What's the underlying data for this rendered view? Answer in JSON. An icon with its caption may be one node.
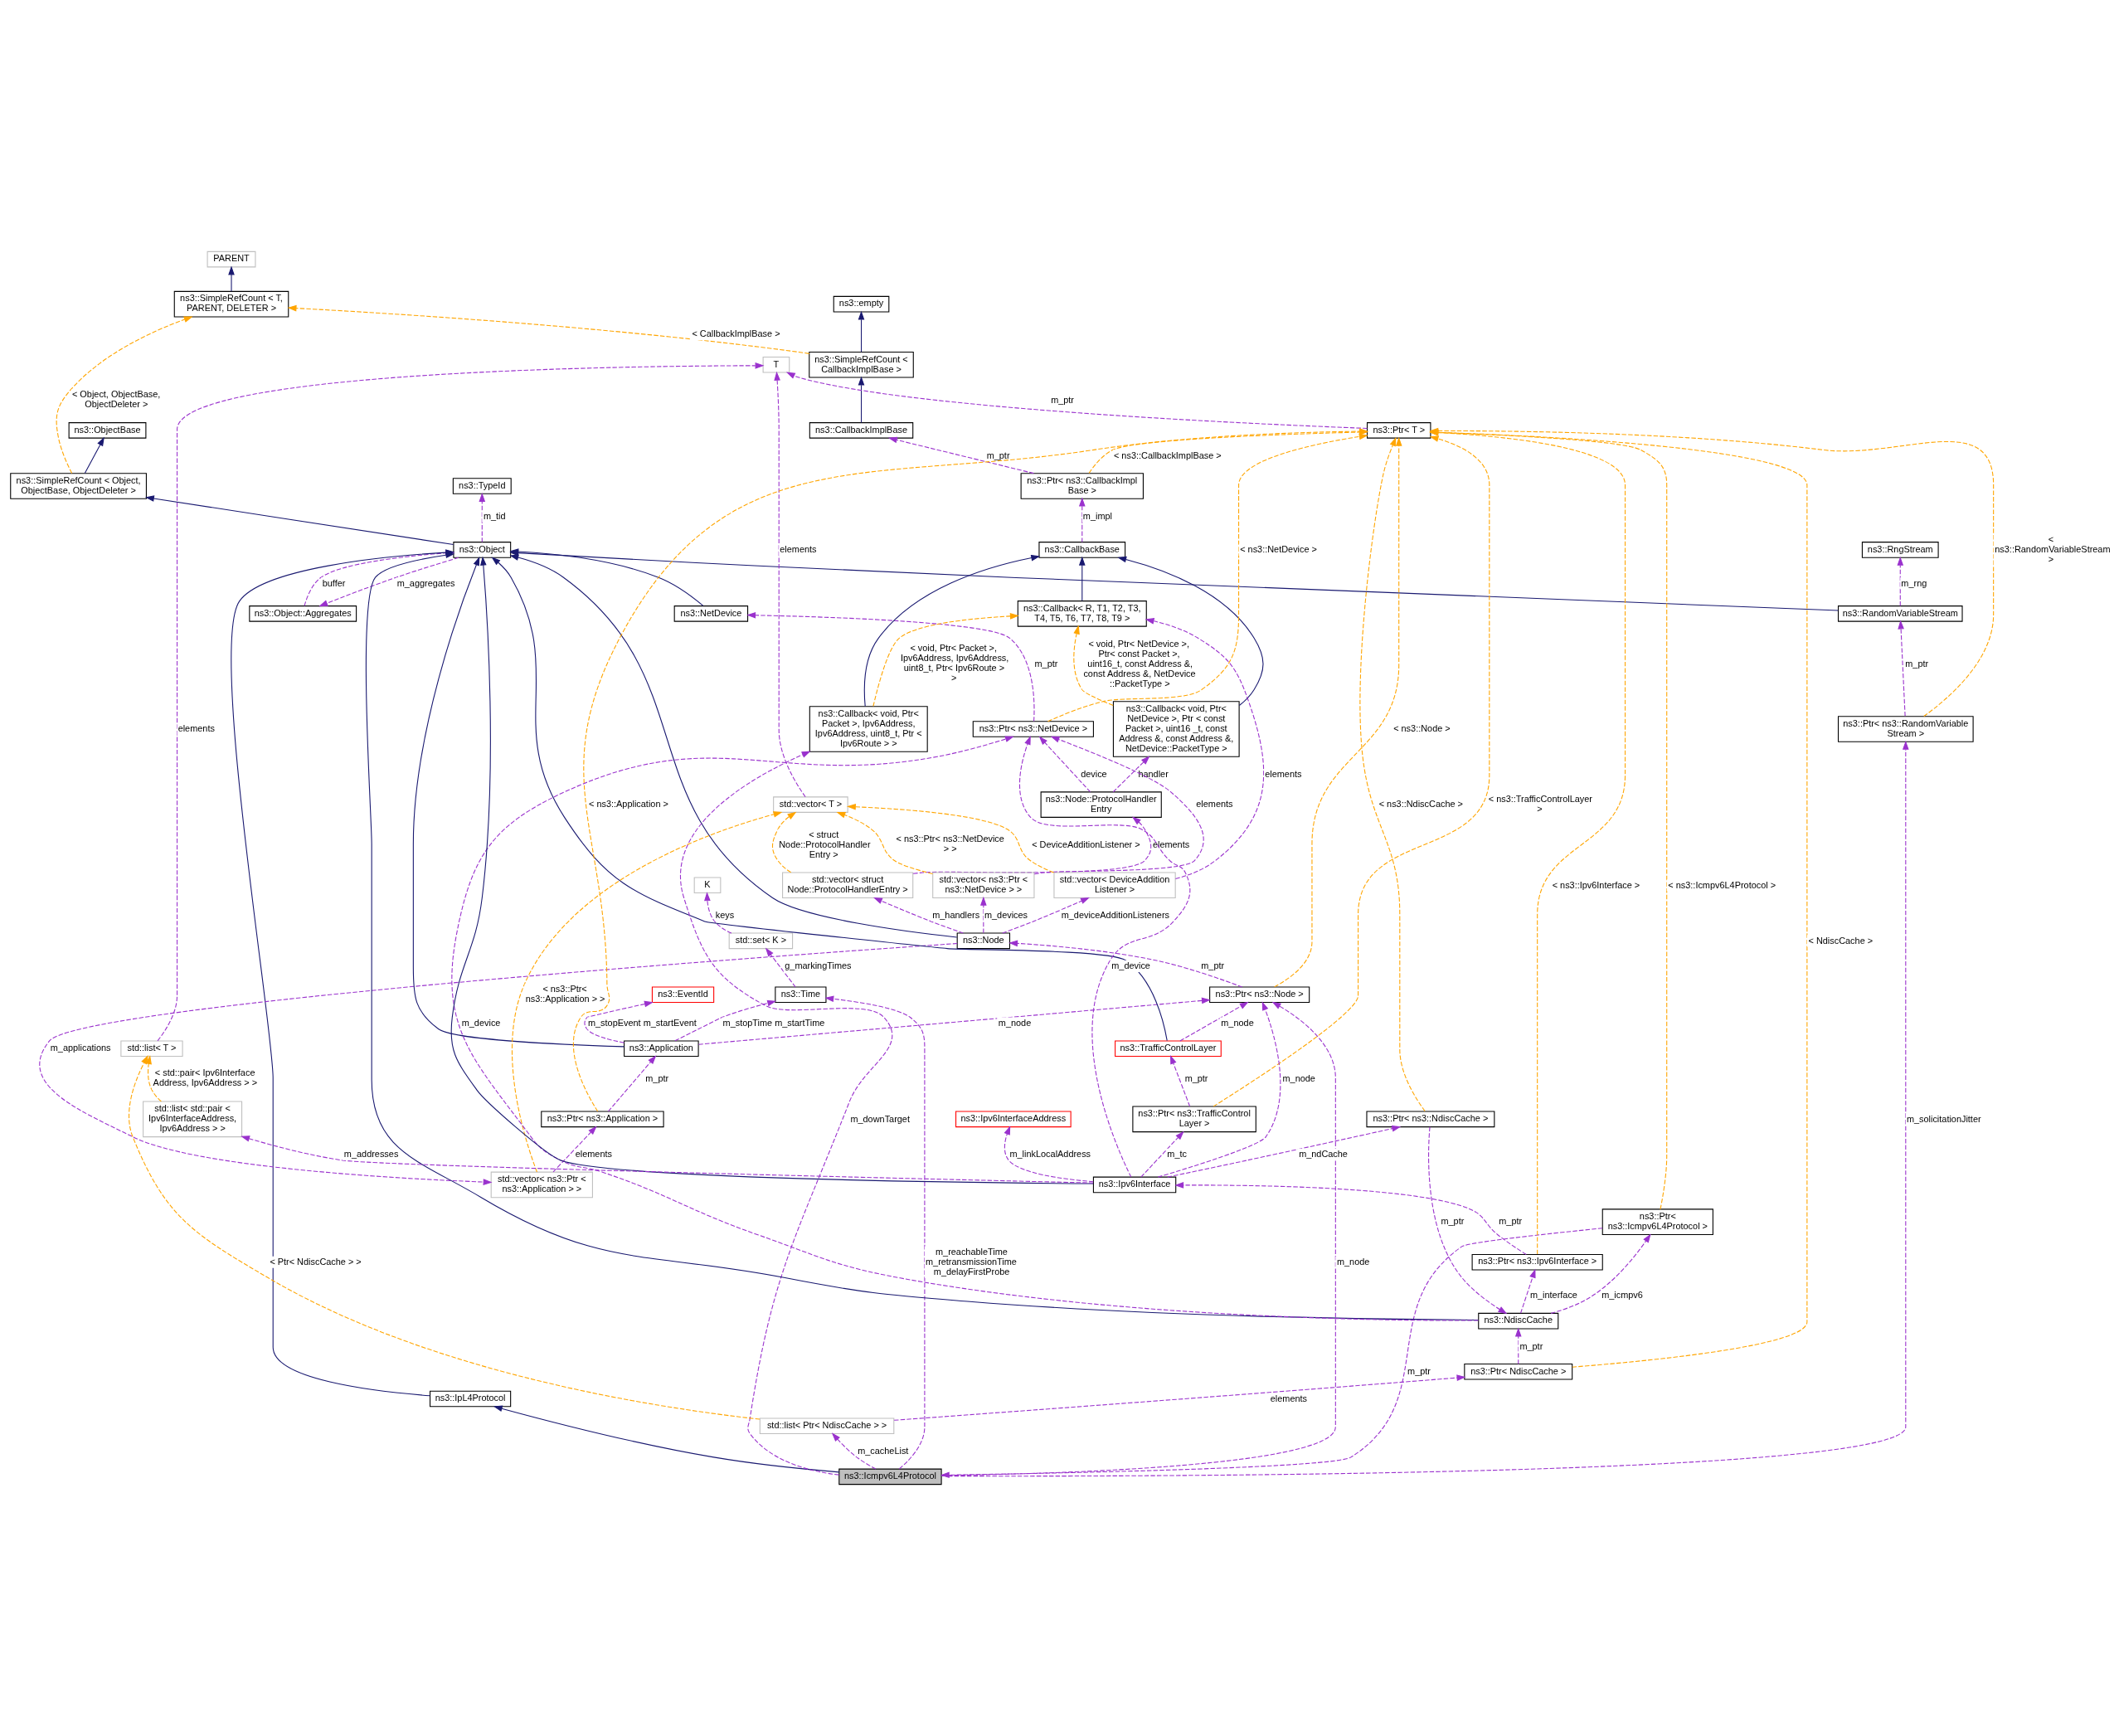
{
  "diagram": {
    "nodes": [
      {
        "text": [
          "PARENT"
        ]
      },
      {
        "text": [
          "ns3::SimpleRefCount < T, PARENT, DELETER >"
        ]
      },
      {
        "text": [
          "ns3::empty"
        ]
      },
      {
        "text": [
          "ns3::SimpleRefCount < CallbackImplBase >"
        ]
      },
      {
        "text": [
          "T"
        ]
      },
      {
        "text": [
          "ns3::CallbackImplBase"
        ]
      },
      {
        "text": [
          "ns3::Ptr< T >"
        ]
      },
      {
        "text": [
          "ns3::ObjectBase"
        ]
      },
      {
        "text": [
          "ns3::SimpleRefCount < Object, ObjectBase, ObjectDeleter >"
        ]
      },
      {
        "text": [
          "ns3::Ptr< ns3::CallbackImpl Base >"
        ]
      },
      {
        "text": [
          "ns3::TypeId"
        ]
      },
      {
        "text": [
          "ns3::Object"
        ]
      },
      {
        "text": [
          "ns3::CallbackBase"
        ]
      },
      {
        "text": [
          "ns3::RngStream"
        ]
      },
      {
        "text": [
          "ns3::Object::Aggregates"
        ]
      },
      {
        "text": [
          "ns3::NetDevice"
        ]
      },
      {
        "text": [
          "ns3::Callback< R, T1, T2, T3, T4, T5, T6, T7, T8, T9 >"
        ]
      },
      {
        "text": [
          "ns3::RandomVariableStream"
        ]
      },
      {
        "text": [
          "ns3::IpL4Protocol"
        ]
      },
      {
        "text": [
          "ns3::Callback< void, Ptr< NetDevice >, Ptr < const Packet >, uint16 _t, const Address &, const Address &, NetDevice::PacketType >"
        ]
      },
      {
        "text": [
          "ns3::Ptr< ns3::NetDevice >"
        ]
      },
      {
        "text": [
          "ns3::Callback< void, Ptr< Packet >, Ipv6Address, Ipv6Address, uint8_t, Ptr < Ipv6Route > >"
        ]
      },
      {
        "text": [
          "ns3::Ptr< ns3::RandomVariable Stream >"
        ]
      },
      {
        "text": [
          "std::vector< T >"
        ]
      },
      {
        "text": [
          "ns3::Node::ProtocolHandler Entry"
        ]
      },
      {
        "text": [
          "std::vector< struct Node::ProtocolHandlerEntry >"
        ]
      },
      {
        "text": [
          "std::vector< ns3::Ptr < ns3::NetDevice > >"
        ]
      },
      {
        "text": [
          "std::vector< DeviceAddition Listener >"
        ]
      },
      {
        "text": [
          "K"
        ]
      },
      {
        "text": [
          "std::set< K >"
        ]
      },
      {
        "text": [
          "ns3::Node"
        ]
      },
      {
        "text": [
          "ns3::EventId"
        ]
      },
      {
        "text": [
          "ns3::Time"
        ]
      },
      {
        "text": [
          "ns3::Ptr< ns3::Node >"
        ]
      },
      {
        "text": [
          "ns3::Application"
        ]
      },
      {
        "text": [
          "ns3::TrafficControlLayer"
        ]
      },
      {
        "text": [
          "ns3::Icmpv6L4Protocol"
        ]
      },
      {
        "text": [
          "ns3::Ptr< ns3::Application >"
        ]
      },
      {
        "text": [
          "ns3::Ptr< ns3::TrafficControl Layer >"
        ]
      },
      {
        "text": [
          "ns3::Ptr< ns3::Icmpv6L4Protocol >"
        ]
      },
      {
        "text": [
          "std::vector< ns3::Ptr < ns3::Application > >"
        ]
      },
      {
        "text": [
          "ns3::NdiscCache"
        ]
      },
      {
        "text": [
          "std::list< T >"
        ]
      },
      {
        "text": [
          "std::list< std::pair < Ipv6InterfaceAddress, Ipv6Address > >"
        ]
      },
      {
        "text": [
          "ns3::Ipv6InterfaceAddress"
        ]
      },
      {
        "text": [
          "ns3::Ptr< ns3::NdiscCache >"
        ]
      },
      {
        "text": [
          "ns3::Ptr< NdiscCache >"
        ]
      },
      {
        "text": [
          "std::list< Ptr< NdiscCache > >"
        ]
      },
      {
        "text": [
          "ns3::Ipv6Interface"
        ]
      },
      {
        "text": [
          "ns3::Ptr< ns3::Ipv6Interface >"
        ]
      }
    ],
    "edges": [
      {
        "from": 1,
        "to": 0,
        "arrow": "to",
        "color": "#191970"
      },
      {
        "from": 3,
        "to": 2,
        "arrow": "to",
        "color": "#191970"
      },
      {
        "from": 5,
        "to": 3,
        "arrow": "to",
        "color": "#191970"
      },
      {
        "from": 8,
        "to": 7,
        "arrow": "to",
        "color": "#191970"
      },
      {
        "from": 11,
        "to": 8,
        "arrow": "to",
        "color": "#191970"
      },
      {
        "from": 15,
        "to": 11,
        "arrow": "to",
        "color": "#191970"
      },
      {
        "from": 30,
        "to": 11,
        "arrow": "to",
        "color": "#191970"
      },
      {
        "from": 34,
        "to": 11,
        "arrow": "to",
        "color": "#191970"
      },
      {
        "from": 35,
        "to": 11,
        "arrow": "to",
        "color": "#191970"
      },
      {
        "from": 17,
        "to": 11,
        "arrow": "to",
        "color": "#191970"
      },
      {
        "from": 18,
        "to": 11,
        "arrow": "to",
        "color": "#191970"
      },
      {
        "from": 41,
        "to": 11,
        "arrow": "to",
        "color": "#191970"
      },
      {
        "from": 48,
        "to": 11,
        "arrow": "to",
        "color": "#191970"
      },
      {
        "from": 16,
        "to": 12,
        "arrow": "to",
        "color": "#191970"
      },
      {
        "from": 19,
        "to": 12,
        "arrow": "to",
        "color": "#191970"
      },
      {
        "from": 21,
        "to": 12,
        "arrow": "to",
        "color": "#191970"
      },
      {
        "from": 36,
        "to": 18,
        "arrow": "to",
        "color": "#191970"
      },
      {
        "from": 6,
        "to": 4,
        "arrow": "to",
        "label": "m_ptr",
        "style": "dashed"
      },
      {
        "from": 23,
        "to": 4,
        "arrow": "to",
        "label": "elements",
        "style": "dashed"
      },
      {
        "from": 42,
        "to": 4,
        "arrow": "to",
        "label": "elements",
        "style": "dashed"
      },
      {
        "from": 9,
        "to": 5,
        "arrow": "to",
        "label": "m_ptr",
        "style": "dashed"
      },
      {
        "from": 11,
        "to": 10,
        "arrow": "to",
        "label": "m_tid",
        "style": "dashed"
      },
      {
        "from": 11,
        "to": 14,
        "arrow": "to",
        "label": "m_aggregates",
        "style": "dashed"
      },
      {
        "from": 14,
        "to": 11,
        "arrow": "to",
        "label": "buffer",
        "style": "dashed"
      },
      {
        "from": 12,
        "to": 9,
        "arrow": "to",
        "label": "m_impl",
        "style": "dashed"
      },
      {
        "from": 17,
        "to": 13,
        "arrow": "to",
        "label": "m_rng",
        "style": "dashed"
      },
      {
        "from": 20,
        "to": 15,
        "arrow": "to",
        "label": "m_ptr",
        "style": "dashed"
      },
      {
        "from": 22,
        "to": 17,
        "arrow": "to",
        "label": "m_ptr",
        "style": "dashed"
      },
      {
        "from": 24,
        "to": 20,
        "arrow": "to",
        "label": "device",
        "style": "dashed"
      },
      {
        "from": 24,
        "to": 19,
        "arrow": "to",
        "label": "handler",
        "style": "dashed"
      },
      {
        "from": 25,
        "to": 24,
        "arrow": "to",
        "label": "elements",
        "style": "dashed"
      },
      {
        "from": 26,
        "to": 20,
        "arrow": "to",
        "label": "elements",
        "style": "dashed"
      },
      {
        "from": 27,
        "to": 16,
        "arrow": "to",
        "label": "elements",
        "style": "dashed"
      },
      {
        "from": 30,
        "to": 25,
        "arrow": "to",
        "label": "m_handlers",
        "style": "dashed"
      },
      {
        "from": 30,
        "to": 26,
        "arrow": "to",
        "label": "m_devices",
        "style": "dashed"
      },
      {
        "from": 30,
        "to": 27,
        "arrow": "to",
        "label": "m_deviceAdditionListeners",
        "style": "dashed"
      },
      {
        "from": 30,
        "to": 40,
        "arrow": "to",
        "label": "m_applications",
        "style": "dashed"
      },
      {
        "from": 29,
        "to": 28,
        "arrow": "to",
        "label": "keys",
        "style": "dashed"
      },
      {
        "from": 32,
        "to": 29,
        "arrow": "to",
        "label": "g_markingTimes",
        "style": "dashed"
      },
      {
        "from": 33,
        "to": 30,
        "arrow": "to",
        "label": "m_ptr",
        "style": "dashed"
      },
      {
        "from": 34,
        "to": 31,
        "arrow": "to",
        "label": "m_stopEvent m_startEvent",
        "style": "dashed"
      },
      {
        "from": 34,
        "to": 32,
        "arrow": "to",
        "label": "m_stopTime m_startTime",
        "style": "dashed"
      },
      {
        "from": 34,
        "to": 33,
        "arrow": "to",
        "label": "m_node",
        "style": "dashed"
      },
      {
        "from": 37,
        "to": 34,
        "arrow": "to",
        "label": "m_ptr",
        "style": "dashed"
      },
      {
        "from": 40,
        "to": 37,
        "arrow": "to",
        "label": "elements",
        "style": "dashed"
      },
      {
        "from": 35,
        "to": 33,
        "arrow": "to",
        "label": "m_node",
        "style": "dashed"
      },
      {
        "from": 38,
        "to": 35,
        "arrow": "to",
        "label": "m_ptr",
        "style": "dashed"
      },
      {
        "from": 36,
        "to": 33,
        "arrow": "to",
        "label": "m_node",
        "style": "dashed"
      },
      {
        "from": 36,
        "to": 32,
        "arrow": "to",
        "label": "m_reachableTime m_retransmissionTime m_delayFirstProbe",
        "style": "dashed"
      },
      {
        "from": 36,
        "to": 21,
        "arrow": "to",
        "label": "m_downTarget",
        "style": "dashed"
      },
      {
        "from": 36,
        "to": 22,
        "arrow": "to",
        "label": "m_solicitationJitter",
        "style": "dashed"
      },
      {
        "from": 36,
        "to": 47,
        "arrow": "to",
        "label": "m_cacheList",
        "style": "dashed"
      },
      {
        "from": 39,
        "to": 36,
        "arrow": "to",
        "label": "m_ptr",
        "style": "dashed"
      },
      {
        "from": 41,
        "to": 39,
        "arrow": "to",
        "label": "m_icmpv6",
        "style": "dashed"
      },
      {
        "from": 41,
        "to": 49,
        "arrow": "to",
        "label": "m_interface",
        "style": "dashed"
      },
      {
        "from": 41,
        "to": 20,
        "arrow": "to",
        "label": "m_device",
        "style": "dashed"
      },
      {
        "from": 45,
        "to": 41,
        "arrow": "to",
        "label": "m_ptr",
        "style": "dashed"
      },
      {
        "from": 46,
        "to": 41,
        "arrow": "to",
        "label": "m_ptr",
        "style": "dashed"
      },
      {
        "from": 47,
        "to": 46,
        "arrow": "to",
        "label": "elements",
        "style": "dashed"
      },
      {
        "from": 48,
        "to": 20,
        "arrow": "to",
        "label": "m_device",
        "style": "dashed"
      },
      {
        "from": 48,
        "to": 33,
        "arrow": "to",
        "label": "m_node",
        "style": "dashed"
      },
      {
        "from": 48,
        "to": 38,
        "arrow": "to",
        "label": "m_tc",
        "style": "dashed"
      },
      {
        "from": 48,
        "to": 44,
        "arrow": "to",
        "label": "m_linkLocalAddress",
        "style": "dashed"
      },
      {
        "from": 48,
        "to": 45,
        "arrow": "to",
        "label": "m_ndCache",
        "style": "dashed"
      },
      {
        "from": 48,
        "to": 43,
        "arrow": "to",
        "label": "m_addresses",
        "style": "dashed"
      },
      {
        "from": 49,
        "to": 48,
        "arrow": "to",
        "label": "m_ptr",
        "style": "dashed"
      },
      {
        "from": 3,
        "to": 1,
        "arrow": "to",
        "label": "< CallbackImplBase >",
        "style": "dashed",
        "color": "#ffa500"
      },
      {
        "from": 8,
        "to": 1,
        "arrow": "to",
        "label": "< Object, ObjectBase, ObjectDeleter >",
        "style": "dashed",
        "color": "#ffa500"
      },
      {
        "from": 9,
        "to": 6,
        "arrow": "to",
        "label": "< ns3::CallbackImplBase >",
        "style": "dashed",
        "color": "#ffa500"
      },
      {
        "from": 20,
        "to": 6,
        "arrow": "to",
        "label": "< ns3::NetDevice >",
        "style": "dashed",
        "color": "#ffa500"
      },
      {
        "from": 37,
        "to": 6,
        "arrow": "to",
        "label": "< ns3::Application >",
        "style": "dashed",
        "color": "#ffa500"
      },
      {
        "from": 33,
        "to": 6,
        "arrow": "to",
        "label": "< ns3::Node >",
        "style": "dashed",
        "color": "#ffa500"
      },
      {
        "from": 38,
        "to": 6,
        "arrow": "to",
        "label": "< ns3::TrafficControlLayer >",
        "style": "dashed",
        "color": "#ffa500"
      },
      {
        "from": 22,
        "to": 6,
        "arrow": "to",
        "label": "< ns3::RandomVariableStream >",
        "style": "dashed",
        "color": "#ffa500"
      },
      {
        "from": 39,
        "to": 6,
        "arrow": "to",
        "label": "< ns3::Icmpv6L4Protocol >",
        "style": "dashed",
        "color": "#ffa500"
      },
      {
        "from": 45,
        "to": 6,
        "arrow": "to",
        "label": "< ns3::NdiscCache >",
        "style": "dashed",
        "color": "#ffa500"
      },
      {
        "from": 46,
        "to": 6,
        "arrow": "to",
        "label": "< NdiscCache >",
        "style": "dashed",
        "color": "#ffa500"
      },
      {
        "from": 49,
        "to": 6,
        "arrow": "to",
        "label": "< ns3::Ipv6Interface >",
        "style": "dashed",
        "color": "#ffa500"
      },
      {
        "from": 19,
        "to": 16,
        "arrow": "to",
        "label": "< void, Ptr< NetDevice >, Ptr< const Packet >, uint16_t, const Address &, const Address &, NetDevice ::PacketType >",
        "style": "dashed",
        "color": "#ffa500"
      },
      {
        "from": 21,
        "to": 16,
        "arrow": "to",
        "label": "< void, Ptr< Packet >, Ipv6Address, Ipv6Address, uint8_t, Ptr< Ipv6Route > >",
        "style": "dashed",
        "color": "#ffa500"
      },
      {
        "from": 25,
        "to": 23,
        "arrow": "to",
        "label": "< struct Node::ProtocolHandler Entry >",
        "style": "dashed",
        "color": "#ffa500"
      },
      {
        "from": 26,
        "to": 23,
        "arrow": "to",
        "label": "< ns3::Ptr< ns3::NetDevice > >",
        "style": "dashed",
        "color": "#ffa500"
      },
      {
        "from": 27,
        "to": 23,
        "arrow": "to",
        "label": "< DeviceAdditionListener >",
        "style": "dashed",
        "color": "#ffa500"
      },
      {
        "from": 40,
        "to": 23,
        "arrow": "to",
        "label": "< ns3::Ptr< ns3::Application > >",
        "style": "dashed",
        "color": "#ffa500"
      },
      {
        "from": 43,
        "to": 42,
        "arrow": "to",
        "label": "< std::pair< Ipv6Interface Address, Ipv6Address > >",
        "style": "dashed",
        "color": "#ffa500"
      },
      {
        "from": 47,
        "to": 42,
        "arrow": "to",
        "label": "< Ptr< NdiscCache > >",
        "style": "dashed",
        "color": "#ffa500"
      }
    ]
  }
}
